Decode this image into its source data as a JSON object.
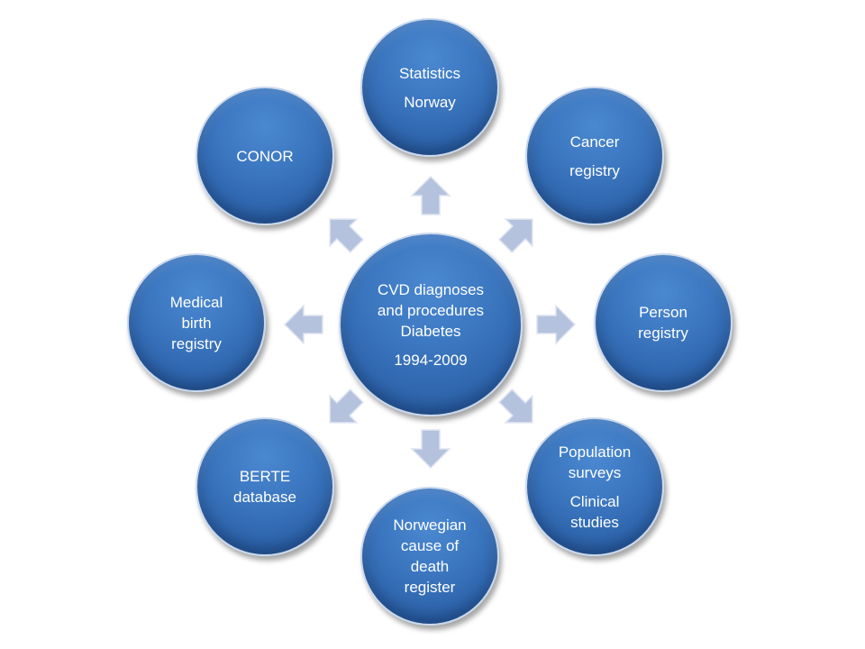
{
  "colors": {
    "node_fill": "#3d79c2",
    "node_border": "#c9d8ec",
    "arrow_fill": "#b5c2de",
    "text": "#ffffff",
    "background": "#ffffff"
  },
  "center": {
    "line1": "CVD diagnoses",
    "line2": "and procedures",
    "line3": "Diabetes",
    "years": "1994-2009"
  },
  "nodes": {
    "statistics_norway": {
      "line1": "Statistics",
      "line2": "Norway"
    },
    "cancer_registry": {
      "line1": "Cancer",
      "line2": "registry"
    },
    "person_registry": {
      "line1": "Person",
      "line2": "registry"
    },
    "population_surveys": {
      "line1": "Population",
      "line2": "surveys",
      "line3": "Clinical",
      "line4": "studies"
    },
    "cause_of_death": {
      "line1": "Norwegian",
      "line2": "cause of",
      "line3": "death",
      "line4": "register"
    },
    "berte_database": {
      "line1": "BERTE",
      "line2": "database"
    },
    "medical_birth_registry": {
      "line1": "Medical",
      "line2": "birth",
      "line3": "registry"
    },
    "conor": {
      "line1": "CONOR"
    }
  },
  "arrows": [
    {
      "name": "arrow-up-icon"
    },
    {
      "name": "arrow-up-right-icon"
    },
    {
      "name": "arrow-right-icon"
    },
    {
      "name": "arrow-down-right-icon"
    },
    {
      "name": "arrow-down-icon"
    },
    {
      "name": "arrow-down-left-icon"
    },
    {
      "name": "arrow-left-icon"
    },
    {
      "name": "arrow-up-left-icon"
    }
  ]
}
